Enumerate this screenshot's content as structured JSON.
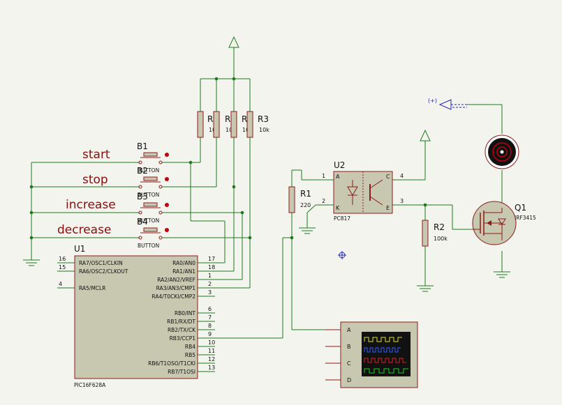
{
  "buttons": [
    {
      "ref": "B1",
      "type": "BUTTON",
      "label": "start"
    },
    {
      "ref": "B2",
      "type": "BUTTON",
      "label": "stop"
    },
    {
      "ref": "B3",
      "type": "BUTTON",
      "label": "increase"
    },
    {
      "ref": "B4",
      "type": "BUTTON",
      "label": "decrease"
    }
  ],
  "resistors": {
    "r6": {
      "ref": "R6",
      "value": "10k"
    },
    "r5": {
      "ref": "R5",
      "value": "10k"
    },
    "r4": {
      "ref": "R4",
      "value": "10k"
    },
    "r3": {
      "ref": "R3",
      "value": "10k"
    },
    "r1": {
      "ref": "R1",
      "value": "220"
    },
    "r2": {
      "ref": "R2",
      "value": "100k"
    }
  },
  "u1": {
    "ref": "U1",
    "part": "PIC16F628A",
    "left_pins": [
      {
        "num": "16",
        "name": "RA7/OSC1/CLKIN"
      },
      {
        "num": "15",
        "name": "RA6/OSC2/CLKOUT"
      },
      {
        "num": "4",
        "name": "RA5/MCLR"
      }
    ],
    "right_pins": [
      {
        "num": "17",
        "name": "RA0/AN0"
      },
      {
        "num": "18",
        "name": "RA1/AN1"
      },
      {
        "num": "1",
        "name": "RA2/AN2/VREF"
      },
      {
        "num": "2",
        "name": "RA3/AN3/CMP1"
      },
      {
        "num": "3",
        "name": "RA4/T0CKI/CMP2"
      },
      {
        "num": "6",
        "name": "RB0/INT"
      },
      {
        "num": "7",
        "name": "RB1/RX/DT"
      },
      {
        "num": "8",
        "name": "RB2/TX/CK"
      },
      {
        "num": "9",
        "name": "RB3/CCP1"
      },
      {
        "num": "10",
        "name": "RB4"
      },
      {
        "num": "11",
        "name": "RB5"
      },
      {
        "num": "12",
        "name": "RB6/T1OSO/T1CKI"
      },
      {
        "num": "13",
        "name": "RB7/T1OSI"
      }
    ]
  },
  "u2": {
    "ref": "U2",
    "part": "PC817",
    "pin1": "1",
    "pin2": "2",
    "pin3": "3",
    "pin4": "4",
    "pin_a": "A",
    "pin_k": "K",
    "pin_c": "C",
    "pin_e": "E"
  },
  "q1": {
    "ref": "Q1",
    "part": "IRF3415"
  },
  "supply": {
    "label": "(+)"
  },
  "scope": {
    "channels": [
      "A",
      "B",
      "C",
      "D"
    ]
  },
  "colors": {
    "wire": "#1d7a1d",
    "component": "#8b1a1a",
    "body": "#c8c8b0",
    "label": "#8a0d0d",
    "junction": "#1d7a1d",
    "probe": "#2323b5"
  }
}
